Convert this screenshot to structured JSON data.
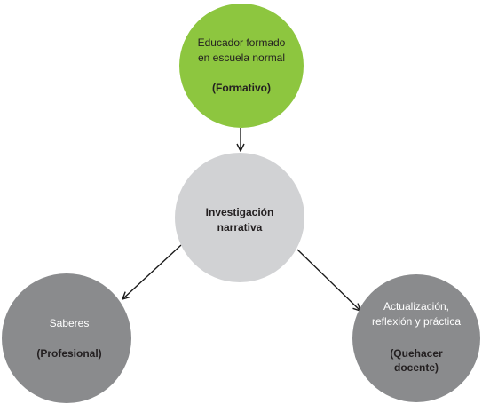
{
  "colors": {
    "top_node": "#8dc63f",
    "center_node": "#d1d2d4",
    "side_nodes": "#8a8b8d",
    "arrows": "#1a1a1a",
    "text_dark": "#231f20",
    "text_light": "#ffffff"
  },
  "nodes": {
    "top": {
      "line1": "Educador formado",
      "line2": "en escuela normal",
      "tag": "(Formativo)"
    },
    "center": {
      "line1": "Investigación",
      "line2": "narrativa"
    },
    "left": {
      "line1": "Saberes",
      "tag": "(Profesional)"
    },
    "right": {
      "line1": "Actualización,",
      "line2": "reflexión y práctica",
      "tag1": "(Quehacer",
      "tag2": "docente)"
    }
  }
}
